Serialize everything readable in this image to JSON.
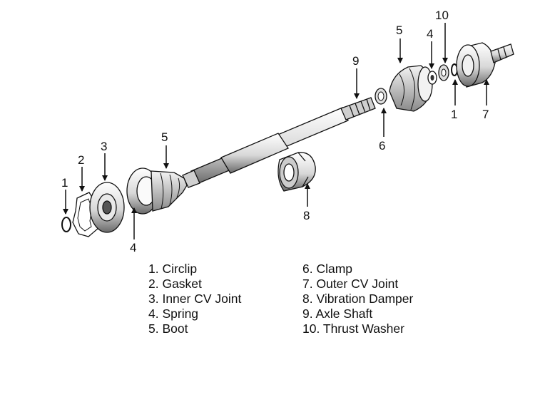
{
  "callouts": {
    "inner_circlip": "1",
    "inner_gasket": "2",
    "inner_cv_joint": "3",
    "inner_spring": "4",
    "inner_boot": "5",
    "clamp": "6",
    "damper": "8",
    "axle_shaft": "9",
    "outer_boot": "5",
    "outer_spring": "4",
    "outer_thrust_washer": "10",
    "outer_circlip": "1",
    "outer_cv_joint": "7"
  },
  "legend": {
    "left": [
      "1. Circlip",
      "2. Gasket",
      "3. Inner CV Joint",
      "4. Spring",
      "5. Boot"
    ],
    "right": [
      "6. Clamp",
      "7. Outer CV Joint",
      "8. Vibration Damper",
      "9. Axle Shaft",
      "10. Thrust Washer"
    ]
  }
}
